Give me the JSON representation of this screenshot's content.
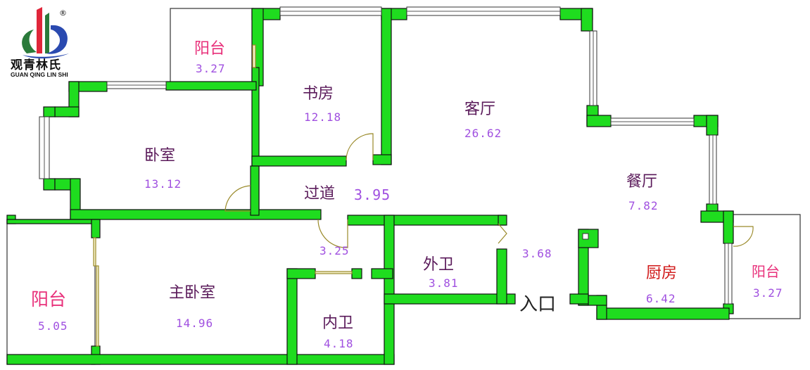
{
  "brand": {
    "name_cn": "观青林氏",
    "name_en": "GUAN QING LIN SHI",
    "registered_mark": "®",
    "logo_colors": [
      "#2a7a3a",
      "#e0263a",
      "#2a4ab0"
    ]
  },
  "rooms": {
    "balcony_top": {
      "name": "阳台",
      "area": "3.27"
    },
    "study": {
      "name": "书房",
      "area": "12.18"
    },
    "living": {
      "name": "客厅",
      "area": "26.62"
    },
    "bedroom": {
      "name": "卧室",
      "area": "13.12"
    },
    "hallway": {
      "name": "过道",
      "area": "3.95"
    },
    "dining": {
      "name": "餐厅",
      "area": "7.82"
    },
    "corridor_small": {
      "area": "3.25"
    },
    "entry_area": {
      "area": "3.68"
    },
    "balcony_left": {
      "name": "阳台",
      "area": "5.05"
    },
    "master": {
      "name": "主卧室",
      "area": "14.96"
    },
    "guest_bath": {
      "name": "外卫",
      "area": "3.81"
    },
    "ensuite": {
      "name": "内卫",
      "area": "4.18"
    },
    "kitchen": {
      "name": "厨房",
      "area": "6.42"
    },
    "balcony_right": {
      "name": "阳台",
      "area": "3.27"
    }
  },
  "entrance": "入口",
  "colors": {
    "wall": "#1fdc1f",
    "room_name": "#5a1a5a",
    "area": "#a050e0",
    "balcony_name": "#e8307a",
    "kitchen_name": "#d01818"
  }
}
